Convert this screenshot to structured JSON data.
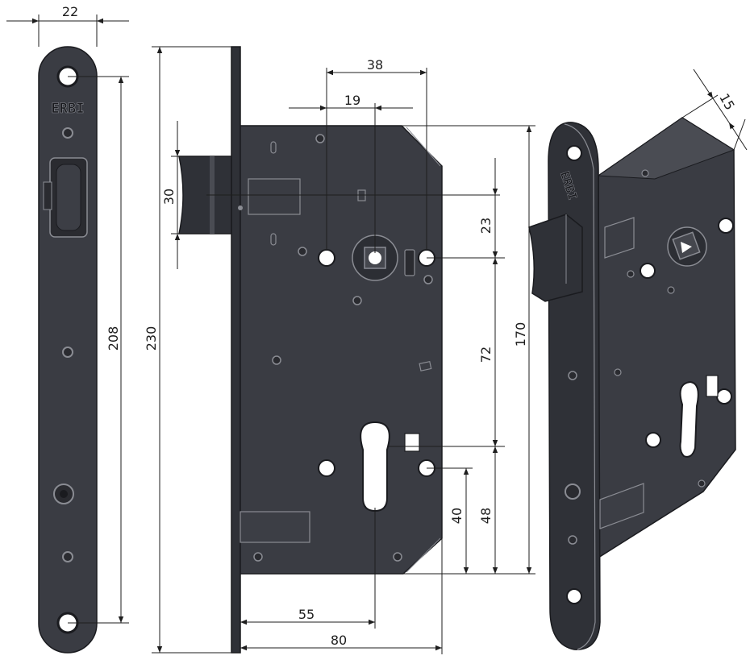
{
  "brand": {
    "logo": "ERBI"
  },
  "dimensions": {
    "faceplate_width": "22",
    "hole_spacing": "208",
    "overall_height": "230",
    "latch_height": "30",
    "spindle_to_screws": "38",
    "spindle_offset": "19",
    "body_height": "170",
    "spindle_to_top": "23",
    "spindle_to_cylinder": "72",
    "cylinder_to_bottom": "48",
    "screw_to_bottom": "40",
    "backset": "55",
    "body_depth": "80",
    "plate_thickness": "15"
  },
  "colors": {
    "metal": "#3a3c43",
    "metal_dark": "#2f3137",
    "hole": "#ffffff",
    "line": "#1e1e1e"
  }
}
